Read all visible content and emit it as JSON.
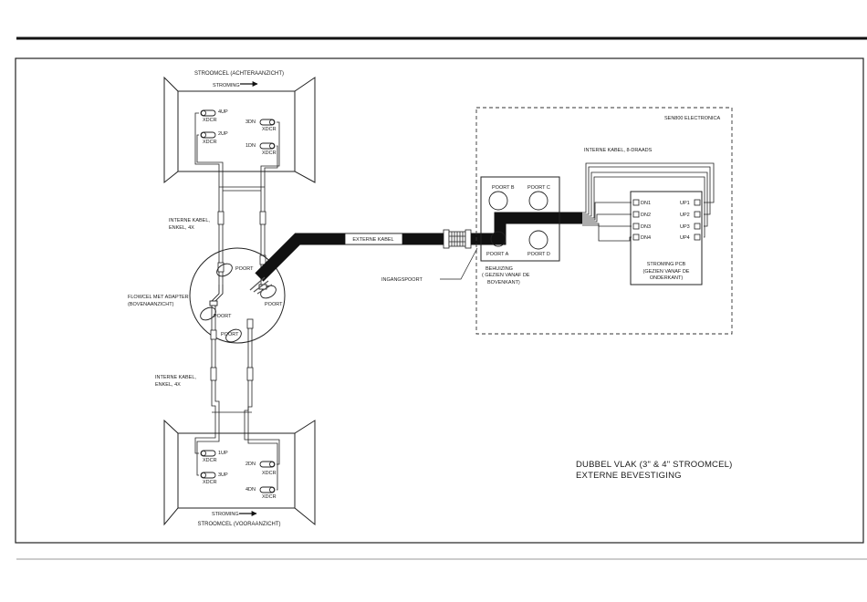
{
  "top_cell": {
    "title": "STROOMCEL (ACHTERAANZICHT)",
    "flow_label": "STROMING",
    "sensors": [
      {
        "label": "4UP",
        "sub": "XDCR"
      },
      {
        "label": "2UP",
        "sub": "XDCR"
      },
      {
        "label": "3DN",
        "sub": "XDCR"
      },
      {
        "label": "1DN",
        "sub": "XDCR"
      }
    ]
  },
  "bottom_cell": {
    "title": "STROOMCEL (VOORAANZICHT)",
    "flow_label": "STROMING",
    "sensors": [
      {
        "label": "1UP",
        "sub": "XDCR"
      },
      {
        "label": "3UP",
        "sub": "XDCR"
      },
      {
        "label": "2DN",
        "sub": "XDCR"
      },
      {
        "label": "4DN",
        "sub": "XDCR"
      }
    ]
  },
  "internal_cable_top": [
    "INTERNE KABEL,",
    "ENKEL, 4X"
  ],
  "internal_cable_bottom": [
    "INTERNE KABEL,",
    "ENKEL, 4X"
  ],
  "flowcell_adapter": {
    "label": [
      "FLOWCEL MET ADAPTER",
      "(BOVENAANZICHT)"
    ],
    "ports": [
      "POORT",
      "POORT",
      "POORT",
      "POORT"
    ]
  },
  "external_cable": "EXTERNE KABEL",
  "entry_port": "INGANGSPOORT",
  "electronics": {
    "title": "SEN800 ELECTRONICA",
    "internal_cable": "INTERNE KABEL, 8-DRAADS",
    "housing_ports": [
      "POORT B",
      "POORT C",
      "POORT A",
      "POORT D"
    ],
    "housing_label": [
      "BEHUIZING",
      "( GEZIEN VANAF DE",
      "BOVENKANT)"
    ],
    "pcb_left_pins": [
      "DN1",
      "DN2",
      "DN3",
      "DN4"
    ],
    "pcb_right_pins": [
      "UP1",
      "UP2",
      "UP3",
      "UP4"
    ],
    "pcb_label": [
      "STROMING PCB",
      "(GEZIEN VANAF DE",
      "ONDERKANT)"
    ]
  },
  "caption": [
    "DUBBEL VLAK (3\" & 4\" STROOMCEL)",
    "EXTERNE BEVESTIGING"
  ]
}
